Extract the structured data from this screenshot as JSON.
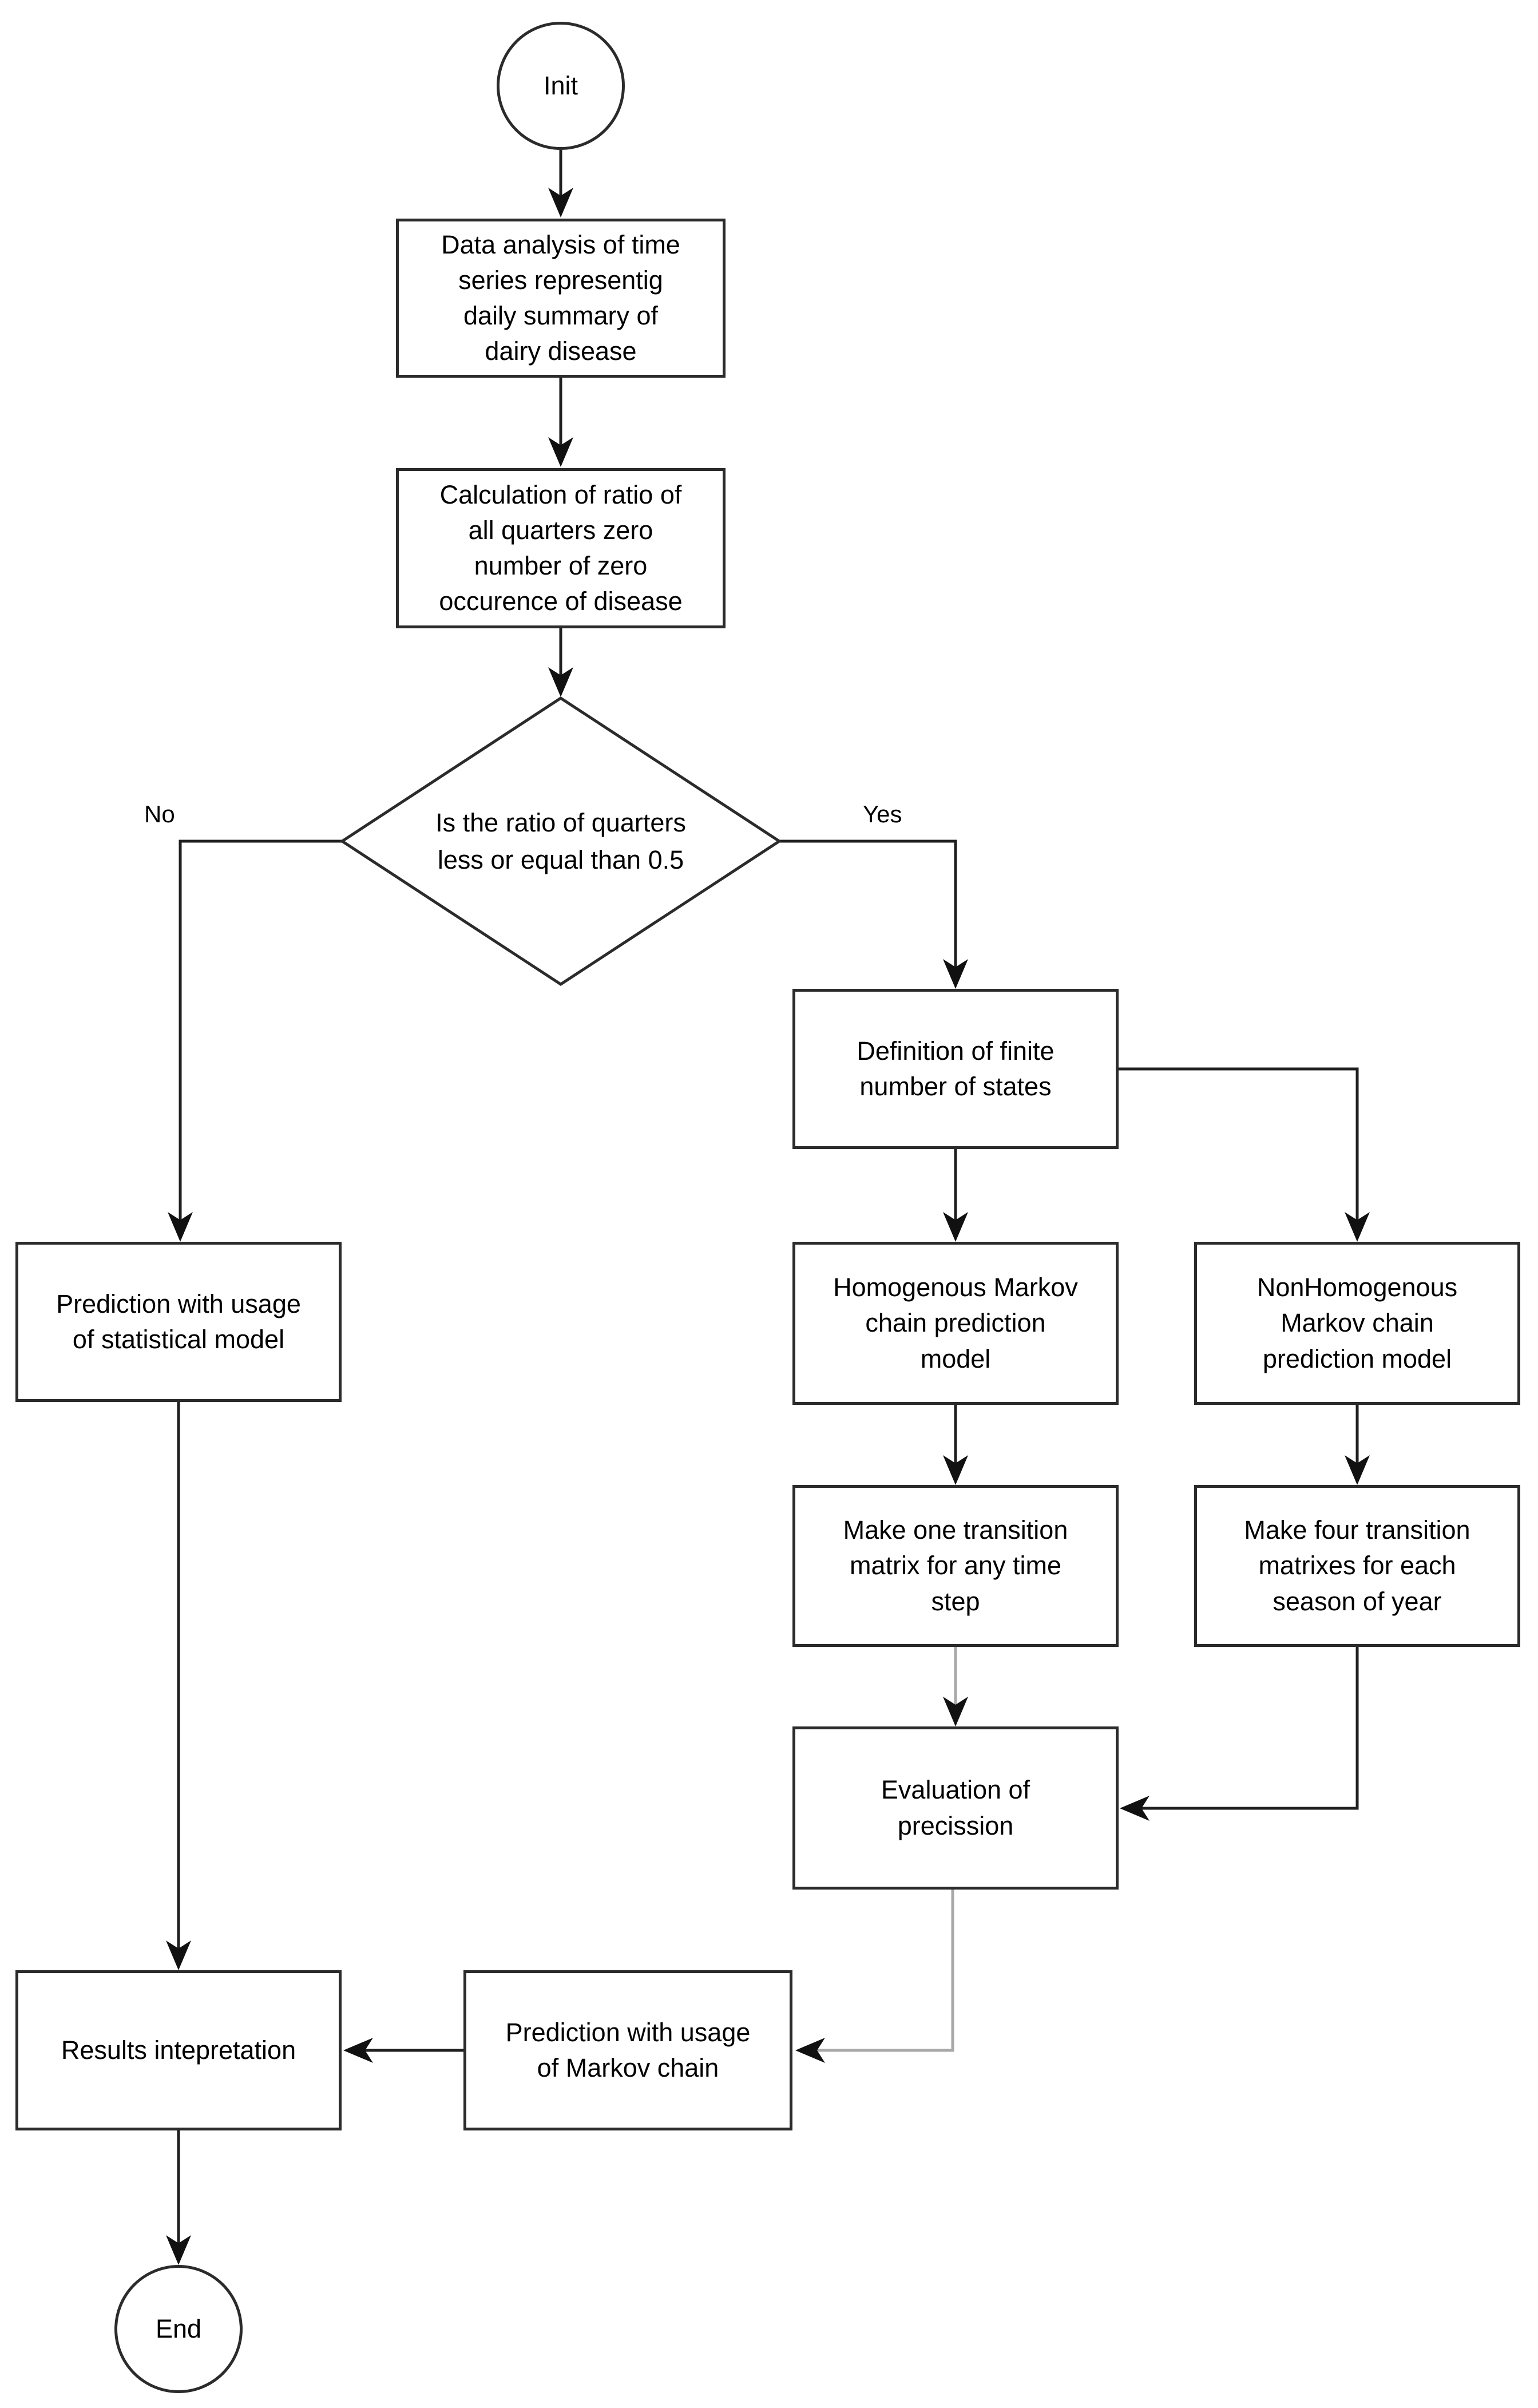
{
  "flowchart": {
    "nodes": {
      "init": "Init",
      "data_analysis": "Data analysis of time\nseries representig\ndaily summary of\ndairy disease",
      "ratio_calculation": "Calculation of ratio of\nall quarters zero\nnumber of zero\noccurence of disease",
      "ratio_decision": "Is the ratio of quarters\nless or equal than 0.5",
      "statistical_prediction": "Prediction with usage\nof statistical model",
      "define_states": "Definition of finite\nnumber of states",
      "homogenous_model": "Homogenous Markov\nchain prediction\nmodel",
      "nonhomogenous_model": "NonHomogenous\nMarkov chain\nprediction model",
      "one_matrix": "Make one transition\nmatrix for any time\nstep",
      "four_matrixes": "Make four transition\nmatrixes for each\nseason of year",
      "evaluation": "Evaluation of\nprecission",
      "markov_prediction": "Prediction with usage\nof Markov chain",
      "results": "Results intepretation",
      "end": "End"
    },
    "edge_labels": {
      "no": "No",
      "yes": "Yes"
    },
    "colors": {
      "line": "#1f1f1f",
      "gray_line": "#a8a8a8",
      "border": "#2b2b2b",
      "text": "#000000",
      "background": "#ffffff"
    }
  }
}
